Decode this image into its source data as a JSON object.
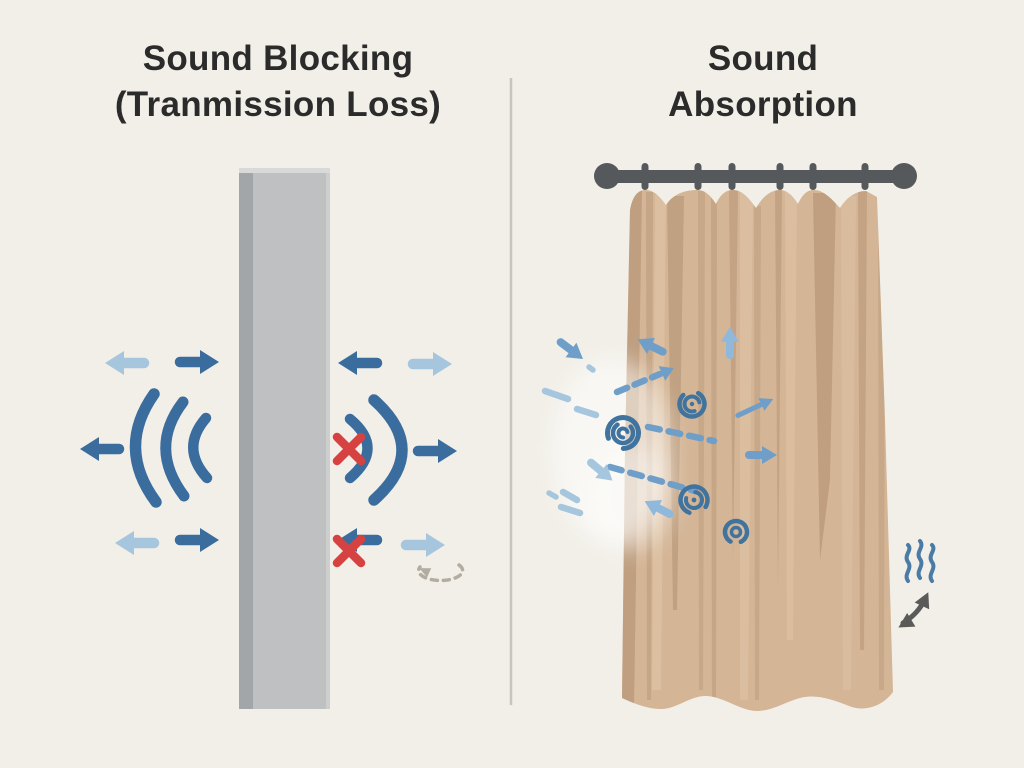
{
  "left_panel": {
    "title_line1": "Sound Blocking",
    "title_line2": "(Tranmission Loss)"
  },
  "right_panel": {
    "title_line1": "Sound",
    "title_line2": "Absorption"
  },
  "colors": {
    "background": "#f2efe8",
    "title_text": "#2b2b2b",
    "wall_face": "#bec0c2",
    "wall_edge": "#a3a6a8",
    "wall_highlight": "#d8d9d8",
    "divider": "#c6c5c0",
    "dark_blue": "#3a6d9e",
    "light_blue": "#a6c6de",
    "medium_blue": "#6f9fc8",
    "soft_blue": "#8fb8da",
    "spiral_blue": "#41739f",
    "cross_red": "#d64242",
    "curtain_base": "#d4b596",
    "curtain_shadow": "#a98a69",
    "curtain_light": "#e2c9aa",
    "rod_gray": "#55595c",
    "heat_blue": "#4a7ba6",
    "convert_gray": "#5a5a58",
    "dashed_gray": "#b3ada1",
    "haze_white": "#ffffff"
  },
  "icons": {
    "sound-wave-arcs": "((( curved stroke arcs",
    "arrow": "rounded shaft + triangle head",
    "blocked-cross": "red ×",
    "sound-vortex": "concentric broken rings",
    "heat-waves": "vertical squiggles",
    "energy-conversion-arrow": "curved double-headed arrow",
    "transmission-curl": "dashed ellipse loop"
  }
}
